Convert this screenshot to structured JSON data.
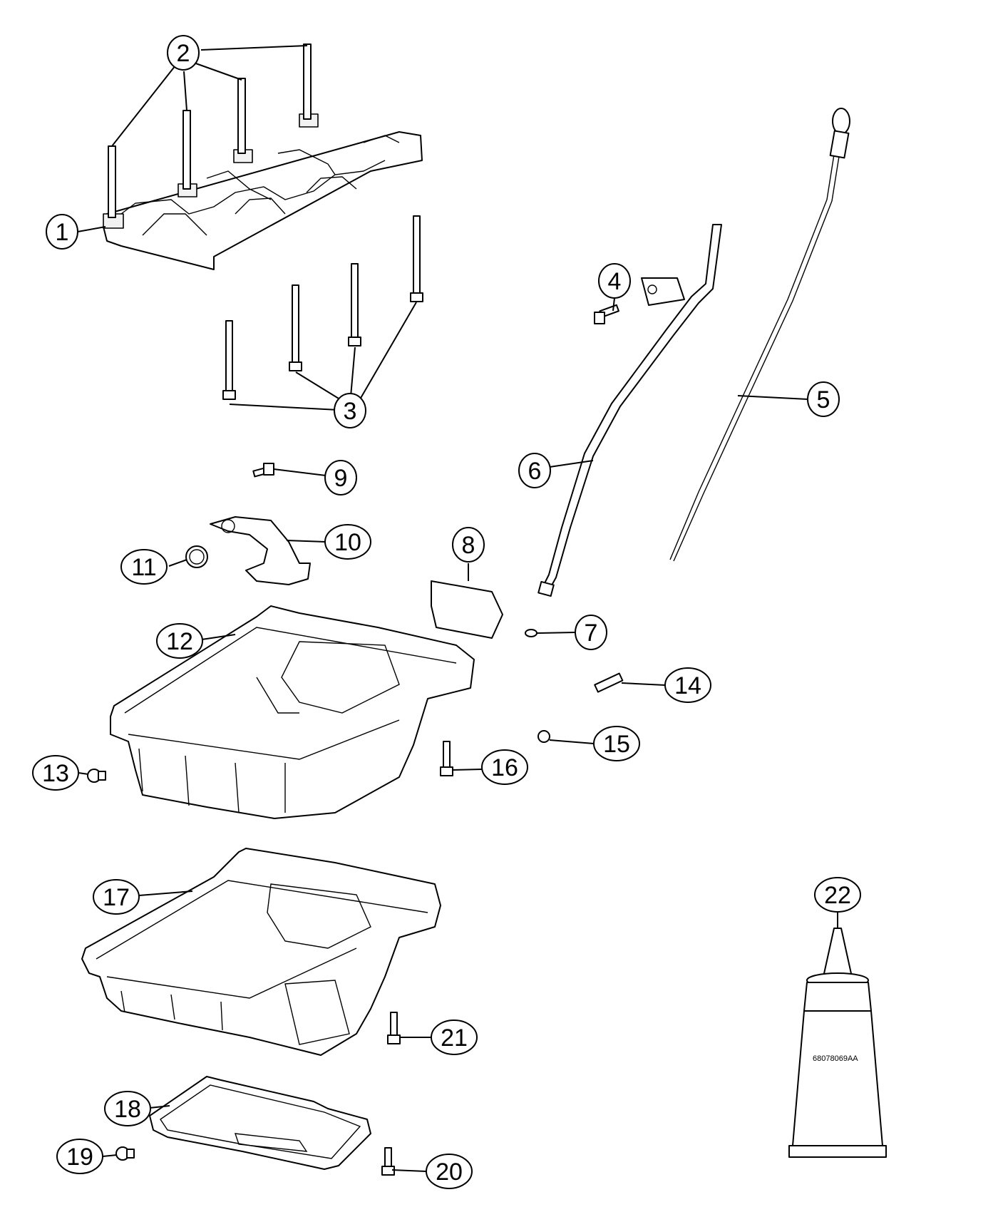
{
  "callouts": {
    "c1": "1",
    "c2": "2",
    "c3": "3",
    "c4": "4",
    "c5": "5",
    "c6": "6",
    "c7": "7",
    "c8": "8",
    "c9": "9",
    "c10": "10",
    "c11": "11",
    "c12": "12",
    "c13": "13",
    "c14": "14",
    "c15": "15",
    "c16": "16",
    "c17": "17",
    "c18": "18",
    "c19": "19",
    "c20": "20",
    "c21": "21",
    "c22": "22"
  },
  "tube_label": "68078069AA"
}
